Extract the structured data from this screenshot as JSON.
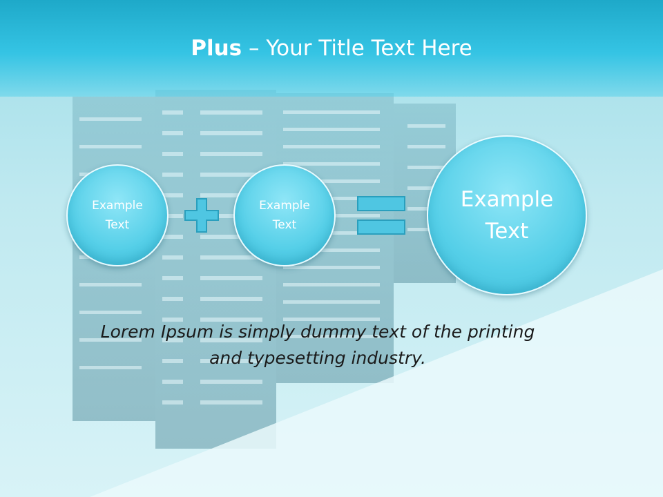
{
  "title": {
    "bold": "Plus",
    "rest": " – Your Title Text Here"
  },
  "circles": [
    {
      "line1": "Example",
      "line2": "Text"
    },
    {
      "line1": "Example",
      "line2": "Text"
    },
    {
      "line1": "Example",
      "line2": "Text"
    }
  ],
  "operators": {
    "plus": "plus-icon",
    "equals": "equals-icon"
  },
  "caption": {
    "line1": "Lorem Ipsum is simply dummy text of the printing",
    "line2": "and typesetting industry."
  },
  "colors": {
    "accent": "#35c4e4",
    "circle": "#55cfe8",
    "operator": "#4fc6e2",
    "operator_stroke": "#2a9fbd"
  }
}
